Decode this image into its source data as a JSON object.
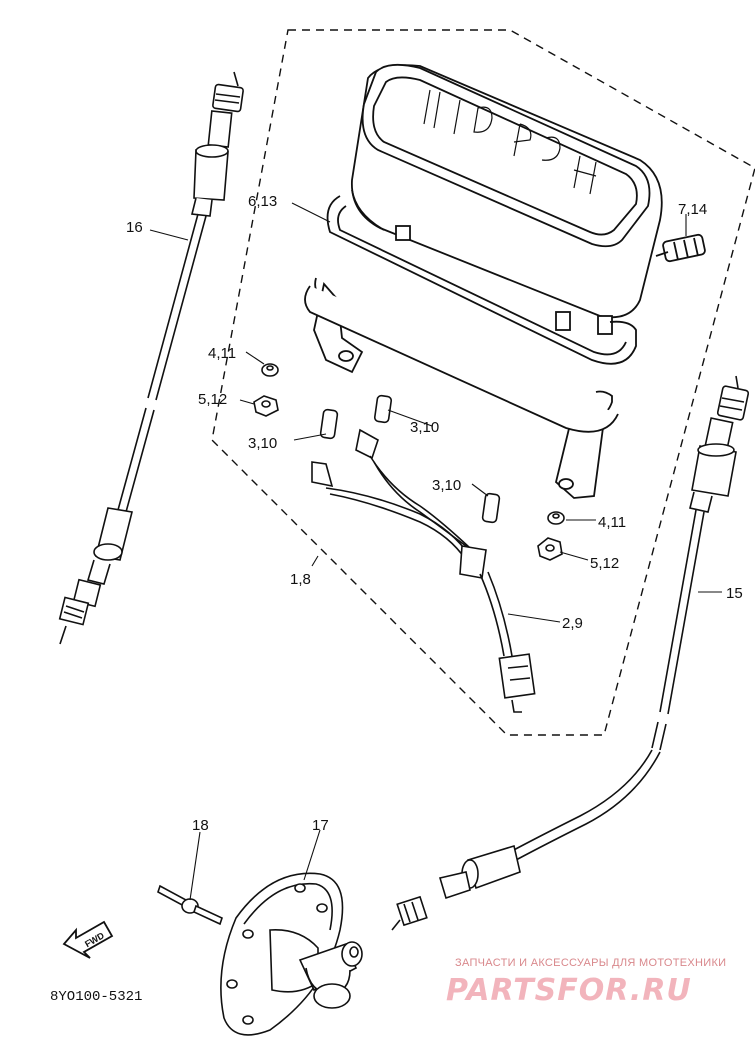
{
  "callouts": {
    "c16": "16",
    "c6_13": "6,13",
    "c7_14": "7,14",
    "c4_11_left": "4,11",
    "c5_12_left": "5,12",
    "c3_10_a": "3,10",
    "c3_10_b": "3,10",
    "c3_10_c": "3,10",
    "c4_11_right": "4,11",
    "c5_12_right": "5,12",
    "c1_8": "1,8",
    "c2_9": "2,9",
    "c15": "15",
    "c18": "18",
    "c17": "17"
  },
  "fwd_label": "FWD",
  "diagram_code": "8YO100-5321",
  "watermark": {
    "tagline": "ЗАПЧАСТИ И АКСЕССУАРЫ ДЛЯ МОТОТЕХНИКИ",
    "logo_text": "PARTSFOR.RU"
  }
}
